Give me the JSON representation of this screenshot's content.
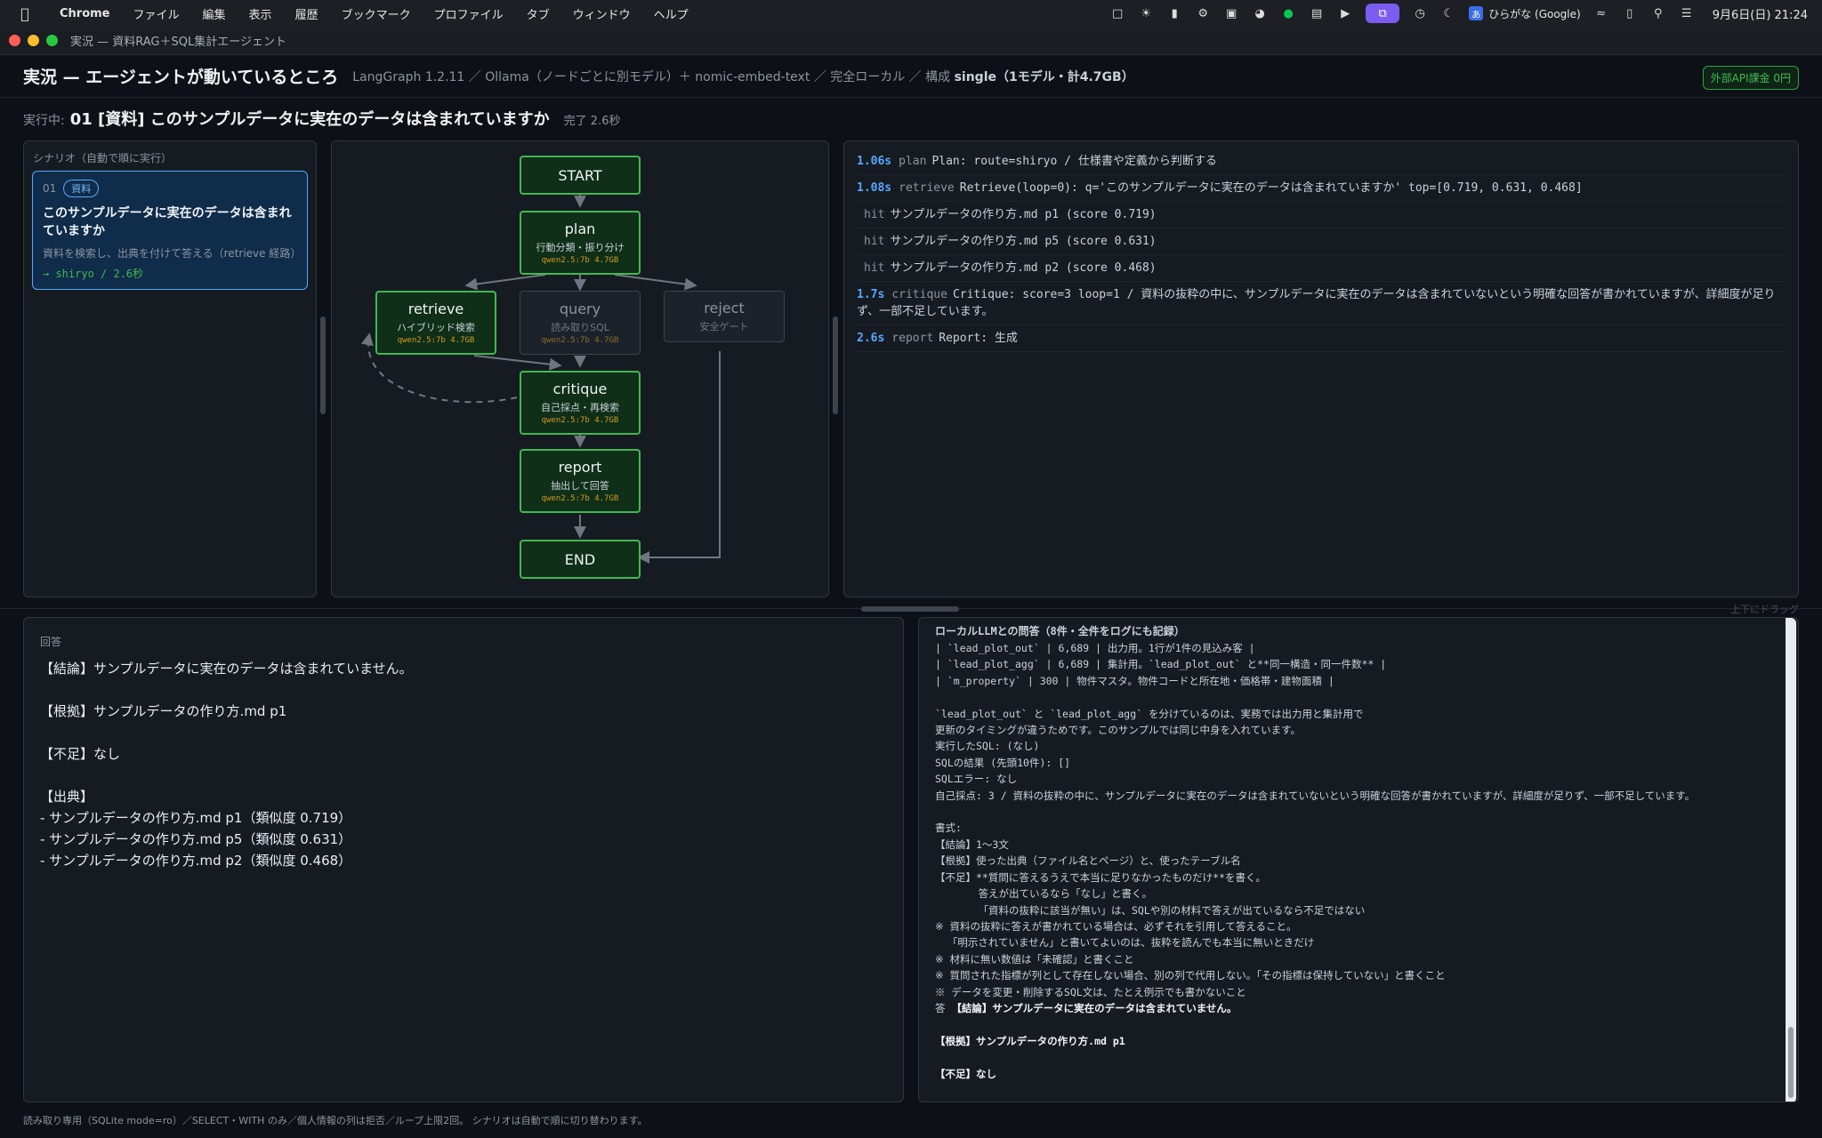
{
  "menubar": {
    "app": "Chrome",
    "items": [
      "ファイル",
      "編集",
      "表示",
      "履歴",
      "ブックマーク",
      "プロファイル",
      "タブ",
      "ウィンドウ",
      "ヘルプ"
    ],
    "ime_badge": "あ",
    "ime_label": "ひらがな (Google)",
    "clock": "9月6日(日) 21:24"
  },
  "window": {
    "title": "実況 — 資料RAG＋SQL集計エージェント"
  },
  "header": {
    "title": "実況 — エージェントが動いているところ",
    "subtitle_plain": "LangGraph 1.2.11 ／ Ollama（ノードごとに別モデル）＋ nomic-embed-text ／ 完全ローカル ／ 構成 ",
    "subtitle_bold": "single（1モデル・計4.7GB）",
    "cost_badge": "外部API課金 0円"
  },
  "running": {
    "label": "実行中:",
    "title": "01 [資料] このサンプルデータに実在のデータは含まれていますか",
    "done": "完了 2.6秒"
  },
  "scenarios": {
    "heading": "シナリオ（自動で順に実行）",
    "items": [
      {
        "num": "01",
        "tag": "資料",
        "question": "このサンプルデータに実在のデータは含まれていますか",
        "desc": "資料を検索し、出典を付けて答える（retrieve 経路）",
        "route": "→ shiryo / 2.6秒"
      }
    ]
  },
  "graph": {
    "nodes": {
      "start": {
        "title": "START"
      },
      "plan": {
        "title": "plan",
        "sub": "行動分類・振り分け",
        "model": "qwen2.5:7b 4.7GB"
      },
      "retrieve": {
        "title": "retrieve",
        "sub": "ハイブリッド検索",
        "model": "qwen2.5:7b 4.7GB"
      },
      "query": {
        "title": "query",
        "sub": "読み取りSQL",
        "model": "qwen2.5:7b 4.7GB"
      },
      "reject": {
        "title": "reject",
        "sub": "安全ゲート"
      },
      "critique": {
        "title": "critique",
        "sub": "自己採点・再検索",
        "model": "qwen2.5:7b 4.7GB"
      },
      "report": {
        "title": "report",
        "sub": "抽出して回答",
        "model": "qwen2.5:7b 4.7GB"
      },
      "end": {
        "title": "END"
      }
    },
    "colors": {
      "active": "#3fb950",
      "inactive": "#3d444d",
      "model": "#d29922"
    }
  },
  "log": [
    {
      "time": "1.06s",
      "kind": "plan",
      "text": "Plan: route=shiryo / 仕様書や定義から判断する"
    },
    {
      "time": "1.08s",
      "kind": "retrieve",
      "text": "Retrieve(loop=0): q='このサンプルデータに実在のデータは含まれていますか' top=[0.719, 0.631, 0.468]"
    },
    {
      "time": "",
      "kind": "hit",
      "text": "サンプルデータの作り方.md p1 (score 0.719)"
    },
    {
      "time": "",
      "kind": "hit",
      "text": "サンプルデータの作り方.md p5 (score 0.631)"
    },
    {
      "time": "",
      "kind": "hit",
      "text": "サンプルデータの作り方.md p2 (score 0.468)"
    },
    {
      "time": "1.7s",
      "kind": "critique",
      "text": "Critique: score=3 loop=1 / 資料の抜粋の中に、サンプルデータに実在のデータは含まれていないという明確な回答が書かれていますが、詳細度が足りず、一部不足しています。"
    },
    {
      "time": "2.6s",
      "kind": "report",
      "text": "Report: 生成"
    }
  ],
  "drag_hint": "上下にドラッグ",
  "answer": {
    "heading": "回答",
    "text": "【結論】サンプルデータに実在のデータは含まれていません。\n\n【根拠】サンプルデータの作り方.md p1\n\n【不足】なし\n\n【出典】\n- サンプルデータの作り方.md p1（類似度 0.719）\n- サンプルデータの作り方.md p5（類似度 0.631）\n- サンプルデータの作り方.md p2（類似度 0.468）"
  },
  "llm": {
    "heading": "ローカルLLMとの問答（8件・全件をログにも記録）",
    "text": "| `lead_plot_out` | 6,689 | 出力用。1行が1件の見込み客 |\n| `lead_plot_agg` | 6,689 | 集計用。`lead_plot_out` と**同一構造・同一件数** |\n| `m_property` | 300 | 物件マスタ。物件コードと所在地・価格帯・建物面積 |\n\n`lead_plot_out` と `lead_plot_agg` を分けているのは、実務では出力用と集計用で\n更新のタイミングが違うためです。このサンプルでは同じ中身を入れています。\n実行したSQL: (なし)\nSQLの結果 (先頭10件): []\nSQLエラー: なし\n自己採点: 3 / 資料の抜粋の中に、サンプルデータに実在のデータは含まれていないという明確な回答が書かれていますが、詳細度が足りず、一部不足しています。\n\n書式:\n【結論】1〜3文\n【根拠】使った出典（ファイル名とページ）と、使ったテーブル名\n【不足】**質問に答えるうえで本当に足りなかったものだけ**を書く。\n       答えが出ているなら「なし」と書く。\n       「資料の抜粋に該当が無い」は、SQLや別の材料で答えが出ているなら不足ではない\n※ 資料の抜粋に答えが書かれている場合は、必ずそれを引用して答えること。\n  「明示されていません」と書いてよいのは、抜粋を読んでも本当に無いときだけ\n※ 材料に無い数値は「未確認」と書くこと\n※ 質問された指標が列として存在しない場合、別の列で代用しない。「その指標は保持していない」と書くこと\n※ データを変更・削除するSQL文は、たとえ例示でも書かないこと",
    "answer_prefix": "答 ",
    "answer_lines": [
      "【結論】サンプルデータに実在のデータは含まれていません。",
      "",
      "【根拠】サンプルデータの作り方.md p1",
      "",
      "【不足】なし"
    ]
  },
  "footer": "読み取り専用（SQLite mode=ro）／SELECT・WITH のみ／個人情報の列は拒否／ループ上限2回。 シナリオは自動で順に切り替わります。"
}
